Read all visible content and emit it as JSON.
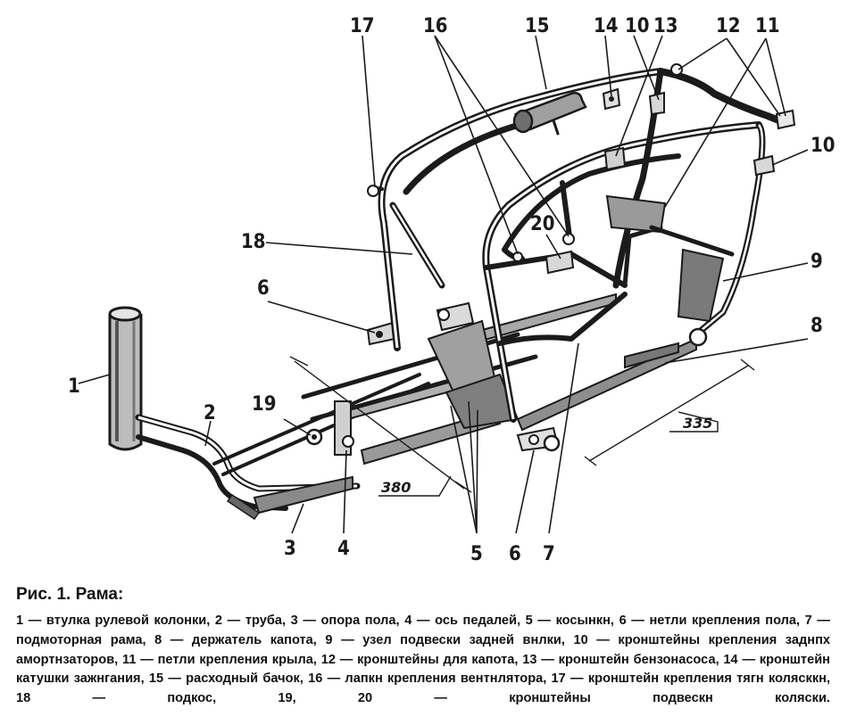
{
  "figure": {
    "callouts": {
      "c1": "1",
      "c2": "2",
      "c3": "3",
      "c4": "4",
      "c5": "5",
      "c6a": "6",
      "c6b": "6",
      "c7": "7",
      "c8": "8",
      "c9": "9",
      "c10a": "10",
      "c10b": "10",
      "c11": "11",
      "c12": "12",
      "c13": "13",
      "c14": "14",
      "c15": "15",
      "c16": "16",
      "c17": "17",
      "c18": "18",
      "c19": "19",
      "c20": "20"
    },
    "dimensions": {
      "d380": "380",
      "d335": "335"
    }
  },
  "caption": {
    "title": "Рис. 1. Рама:",
    "text": "1 — втулка рулевой колонки, 2 — труба, 3 — опора пола, 4 — ось педалей, 5 — косынкн, 6 — нетли крепления пола, 7 — подмоторная рама, 8 — держатель капота, 9 — узел подвески задней внлки, 10 — кронштейны крепления заднпх амортнзаторов, 11 — петли крепления крыла, 12 — кронштейны для капота, 13 — кронштейн бензонасоса, 14 — кронштейн катушки зажнгания, 15 — расходный бачок, 16 — лапкн крепления вентнлятора, 17 — кронштейн крепления тягн колясккн, 18 — подкос, 19, 20 — кронштейны подвескн коляски."
  }
}
